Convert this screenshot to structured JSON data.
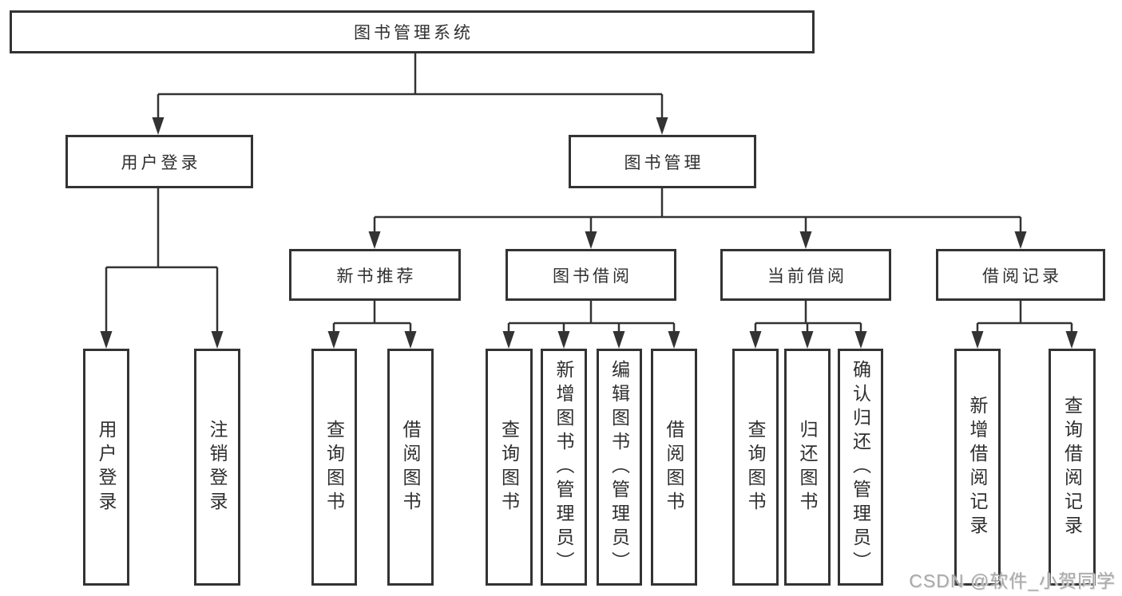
{
  "colors": {
    "line": "#333333",
    "box_border": "#333333",
    "text": "#2f2f2f",
    "background": "#ffffff",
    "watermark": "#a9a9a9"
  },
  "tree": {
    "label": "图书管理系统",
    "children": [
      {
        "label": "用户登录",
        "children": [
          {
            "label": "用户登录"
          },
          {
            "label": "注销登录"
          }
        ]
      },
      {
        "label": "图书管理",
        "children": [
          {
            "label": "新书推荐",
            "children": [
              {
                "label": "查询图书"
              },
              {
                "label": "借阅图书"
              }
            ]
          },
          {
            "label": "图书借阅",
            "children": [
              {
                "label": "查询图书"
              },
              {
                "label": "新增图书（管理员）"
              },
              {
                "label": "编辑图书（管理员）"
              },
              {
                "label": "借阅图书"
              }
            ]
          },
          {
            "label": "当前借阅",
            "children": [
              {
                "label": "查询图书"
              },
              {
                "label": "归还图书"
              },
              {
                "label": "确认归还（管理员）"
              }
            ]
          },
          {
            "label": "借阅记录",
            "children": [
              {
                "label": "新增借阅记录"
              },
              {
                "label": "查询借阅记录"
              }
            ]
          }
        ]
      }
    ]
  },
  "watermark": {
    "text": "CSDN @软件_小贺同学"
  }
}
